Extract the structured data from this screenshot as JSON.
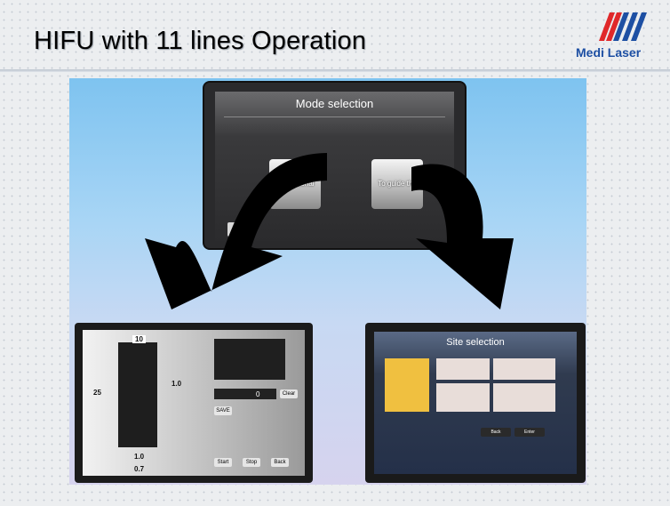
{
  "slide": {
    "title": "HIFU with 11 lines Operation",
    "logo": {
      "icon": "medi-laser-logo",
      "text": "Medi Laser",
      "colors": {
        "red": "#e0282a",
        "blue": "#1d4fa3"
      }
    }
  },
  "mode_screen": {
    "title": "Mode selection",
    "buttons": [
      {
        "label": "professional"
      },
      {
        "label": "To guide the"
      }
    ],
    "settings_icon": "wrench-icon"
  },
  "pro_screen": {
    "top_value": "10",
    "left_value": "25",
    "right_value": "1.0",
    "bottom_value": "1.0",
    "bottom_value2": "0.7",
    "patient_total_value": "0",
    "clear_label": "Clear",
    "save_label": "SAVE",
    "start_label": "Start",
    "stop_label": "Stop",
    "back_label": "Back"
  },
  "site_screen": {
    "title": "Site selection",
    "back_label": "Back",
    "enter_label": "Enter"
  }
}
